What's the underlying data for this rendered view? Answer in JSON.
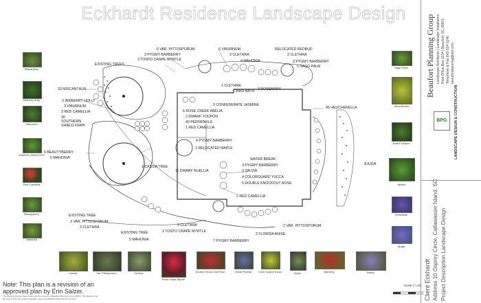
{
  "title": "Eckhardt Residence Landscape Design",
  "company": {
    "name": "Beaufort Planning Group",
    "services": "Landscape Architects | Landscape Installation",
    "address": "Post Office Box 1234 | Beaufort, SC 29901",
    "phone": "Telephone & Fax 843-524-1146",
    "email": "beaufortplanning@aol.com",
    "logo_text": "BPG",
    "badge_text": "LANDSCAPE DESIGN & CONSTRUCTION"
  },
  "client": {
    "client_line": "Client Eckhardt",
    "address_line": "Address 10 Osprey Circle, Callawassie Island, SC",
    "project_line": "Project Description Landscape Design"
  },
  "note": "Note: This plan is a revision of an approved plan by Erin Salzer.",
  "fine_print": "This drawing and the ideas shown are the property of Beaufort Planning Group (BPG). This drawing may be used only for the project indicated; reuse is prohibited without written consent.",
  "scale": "Scale 1\"=10'",
  "left_thumbs": [
    "Miscanthus",
    "Inkberry Holly",
    "Viburnum",
    "Southern Shield Fern",
    "Red Camellia",
    "Beautyberry",
    "Mahonia"
  ],
  "right_thumbs": [
    "Sago Palm",
    "Heucherella",
    "Dwarf Yaupon",
    "Abelia",
    "Periwinkle",
    "Ajuga"
  ],
  "bottom_thumbs": [
    "Cassia",
    "Var. Pittosporum",
    "Clethra",
    "Tonto Crape Myrtle",
    "Double Knock Out Rose",
    "Dwarf Ruellia",
    "Color Guard Yucca",
    "Anise",
    "Barberry",
    "Salvia"
  ],
  "labels": [
    "6 VAR. PITTOSPORUM",
    "3 PYGMY BARBERRY",
    "3 TONTO CRAPE MYRTLE",
    "EXISTING TREES",
    "6 VIBURNUM",
    "3 CLETHRA",
    "4 MAHONIA",
    "RELOCATED REDBUD",
    "2 CLETHRA",
    "3 PYGMY BARBERRY",
    "1 SAGO PALM",
    "1 CLETHRA",
    "BIRD BATH",
    "3 ROSEMARY",
    "33 MISCANTHUS",
    "3 INKBERRY HOLLY",
    "3 VIBURNUM",
    "3 RED CAMELLIA",
    "30 SOUTHERN SHIELD FERN",
    "6 BEAUTYBERRY",
    "6 MAHONIA",
    "3 CONFEDERATE JASMINE",
    "6 ROSE CREEK ABELIA",
    "2 DWARF YOUPON",
    "40 PERIWINKLE",
    "1 RED CAMELLIA",
    "45 HEUCHERELLA",
    "AJUGA",
    "4 PYGMY BARBERRY",
    "1 RELOCATED MAPLE",
    "1 CASSIA TREE",
    "11 DWARF RUELLIA",
    "WATER BREAK",
    "3 PYGMY BARBERRY",
    "3 SALVIA",
    "4 COLORGUARD YUCCA",
    "5 DOUBLE KNOCKOUT ROSE",
    "2 RED CAMELLIA",
    "EXISTING TREE",
    "3 VAR. PITTOSPORUM",
    "3 CLETHRA",
    "EXISTING TREE",
    "5 MAHONIA",
    "3 CLETHRA",
    "2 TONTO CRAPE MYRTLE",
    "2 FLORIDA ANISE",
    "2 VAR. PITTOSPORUM",
    "7 PYGMY BARBERRY"
  ],
  "colors": {
    "line": "#333333",
    "leaf": "#4a7a2a",
    "title_outline": "#bbbbbb",
    "logo_green": "#2e7d32",
    "rose": "#c0392b",
    "purple": "#6a4fa3"
  }
}
